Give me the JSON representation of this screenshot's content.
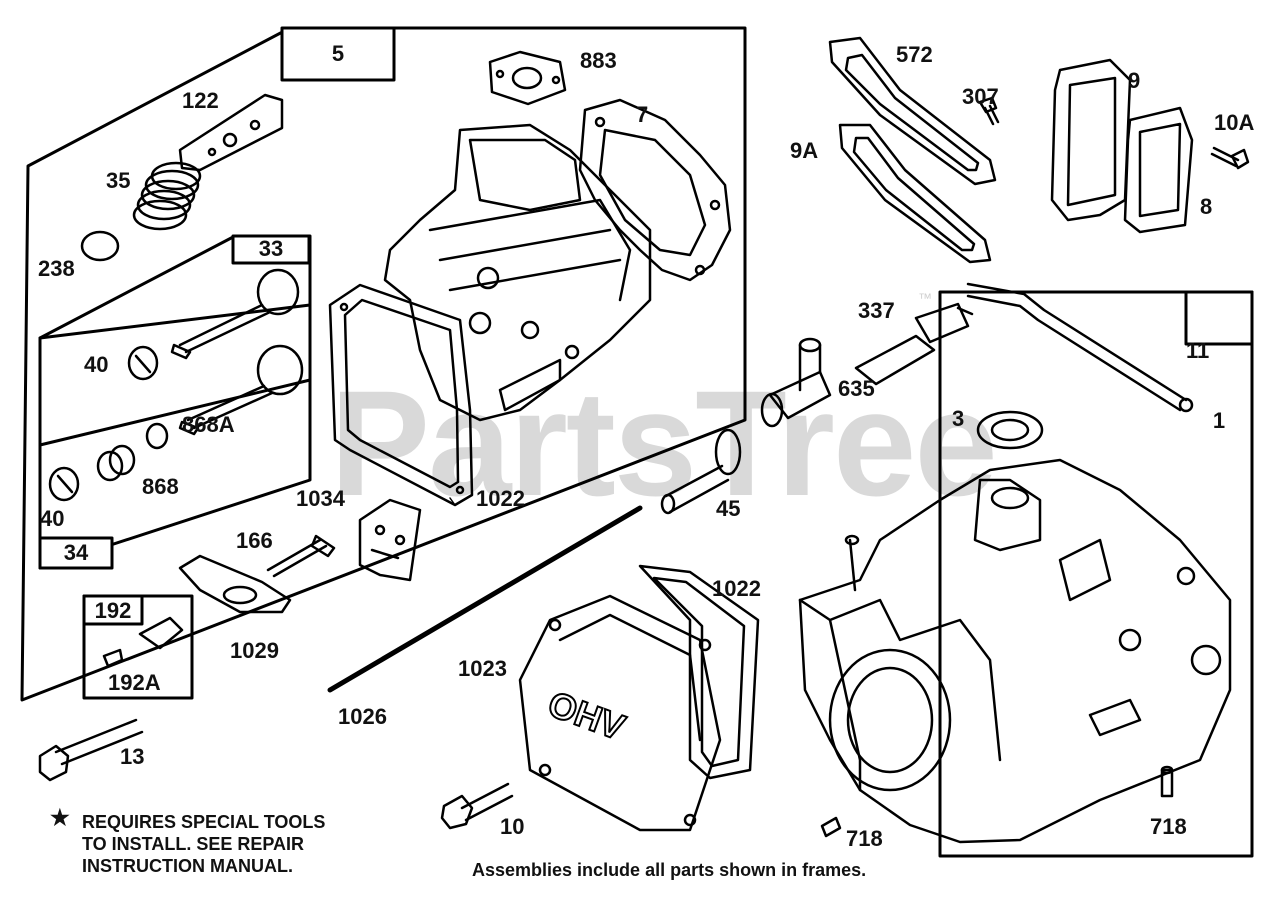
{
  "watermark": {
    "text": "PartsTree",
    "tm": "™"
  },
  "frames": [
    {
      "id": "frame-5",
      "label": "5"
    },
    {
      "id": "frame-33",
      "label": "33"
    },
    {
      "id": "frame-34",
      "label": "34"
    },
    {
      "id": "frame-192",
      "label": "192"
    },
    {
      "id": "frame-1",
      "label": "1"
    }
  ],
  "part_labels": {
    "p883": "883",
    "p7": "7",
    "p122": "122",
    "p35": "35",
    "p238": "238",
    "p40a": "40",
    "p40b": "40",
    "p868a": "868A",
    "p868": "868",
    "p1034": "1034",
    "p1022a": "1022",
    "p166": "166",
    "p1029": "1029",
    "p192a": "192A",
    "p13": "13",
    "p1026": "1026",
    "p1023": "1023",
    "p1022b": "1022",
    "p10": "10",
    "p45": "45",
    "p572": "572",
    "p307": "307",
    "p9a": "9A",
    "p9": "9",
    "p10a": "10A",
    "p8": "8",
    "p337": "337",
    "p11": "11",
    "p635": "635",
    "p3": "3",
    "p718a": "718",
    "p718b": "718"
  },
  "cover_text": "OHV",
  "notes": {
    "star": "★",
    "special_tools_line1": "REQUIRES SPECIAL TOOLS",
    "special_tools_line2": "TO INSTALL.  SEE REPAIR",
    "special_tools_line3": "INSTRUCTION MANUAL.",
    "assemblies": "Assemblies include all parts shown in frames."
  }
}
